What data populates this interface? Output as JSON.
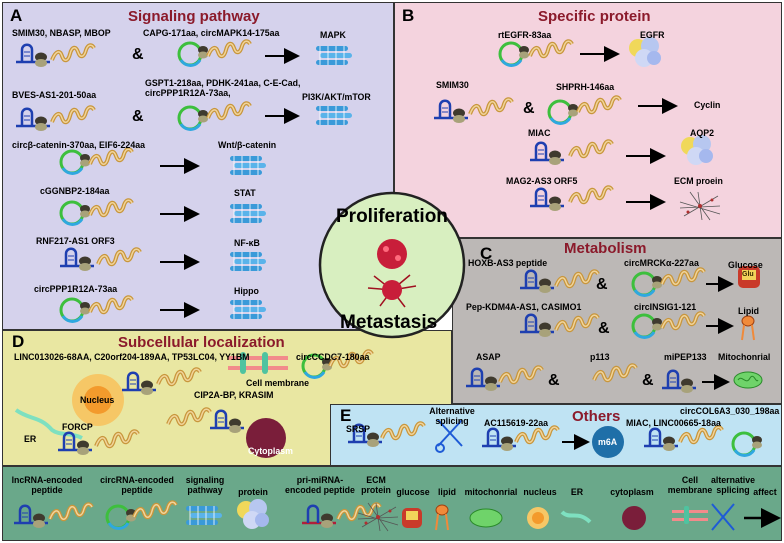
{
  "colors": {
    "panelA": "#d5d2ec",
    "panelB": "#f4d3de",
    "panelC": "#bcb8b6",
    "panelD": "#e9e7a2",
    "panelE": "#bfe3f3",
    "legend": "#6aa88a",
    "title": "#8B1A2B",
    "center": "#d8efc0"
  },
  "panelA": {
    "letter": "A",
    "title": "Signaling pathway",
    "row1_left": "SMIM30, NBASP, MBOP",
    "row1_mid": "CAPG-171aa, circMAPK14-175aa",
    "row1_target": "MAPK",
    "row2_left": "BVES-AS1-201-50aa",
    "row2_mid": "GSPT1-218aa, PDHK-241aa, C-E-Cad, circPPP1R12A-73aa,",
    "row2_target": "PI3K/AKT/mTOR",
    "row3_left": "circβ-catenin-370aa, EIF6-224aa",
    "row3_target": "Wnt/β-catenin",
    "row4_left": "cGGNBP2-184aa",
    "row4_target": "STAT",
    "row5_left": "RNF217-AS1 ORF3",
    "row5_target": "NF-κB",
    "row6_left": "circPPP1R12A-73aa",
    "row6_target": "Hippo"
  },
  "panelB": {
    "letter": "B",
    "title": "Specific protein",
    "row1_left": "rtEGFR-83aa",
    "row1_target": "EGFR",
    "row2_left": "SMIM30",
    "row2_mid": "SHPRH-146aa",
    "row2_target": "Cyclin",
    "row3_left": "MIAC",
    "row3_target": "AQP2",
    "row4_left": "MAG2-AS3 ORF5",
    "row4_target": "ECM proein"
  },
  "panelC": {
    "letter": "C",
    "title": "Metabolism",
    "row1_left": "HOXB-AS3 peptide",
    "row1_mid": "circMRCKα-227aa",
    "row1_target": "Glucose",
    "glu_label": "Glu",
    "row2_left": "Pep-KDM4A-AS1, CASIMO1",
    "row2_mid": "circINSIG1-121",
    "row2_target": "Lipid",
    "row3_left": "ASAP",
    "row3_mid": "p113",
    "row3_mid2": "miPEP133",
    "row3_target": "Mitochonrial"
  },
  "panelD": {
    "letter": "D",
    "title": "Subcellular localization",
    "line1": "LINC013026-68AA, C20orf204-189AA, TP53LC04, YY1BM",
    "circ": "circCCDC7-180aa",
    "nucleus": "Nucleus",
    "cipa": "CIP2A-BP, KRASIM",
    "membrane": "Cell membrane",
    "er": "ER",
    "forcp": "FORCP",
    "cytoplasm": "Cytoplasm"
  },
  "panelE": {
    "letter": "E",
    "title": "Others",
    "srsp": "SRSP",
    "alt": "Alternative splicing",
    "ac": "AC115619-22aa",
    "m6a": "m6A",
    "miac": "MIAC, LINC00665-18aa",
    "circcol": "circCOL6A3_030_198aa"
  },
  "center": {
    "top": "Proliferation",
    "bottom": "Metastasis"
  },
  "amp": "&",
  "legend": {
    "lnc": "lncRNA-encoded peptide",
    "circ": "circRNA-encoded peptide",
    "sig": "signaling pathway",
    "protein": "protein",
    "pri": "pri-miRNA-encoded peptide",
    "ecm": "ECM protein",
    "glucose": "glucose",
    "lipid": "lipid",
    "mito": "mitochonrial",
    "nucleus": "nucleus",
    "er": "ER",
    "cyto": "cytoplasm",
    "membrane": "Cell membrane",
    "alt": "alternative splicing",
    "affect": "affect"
  }
}
